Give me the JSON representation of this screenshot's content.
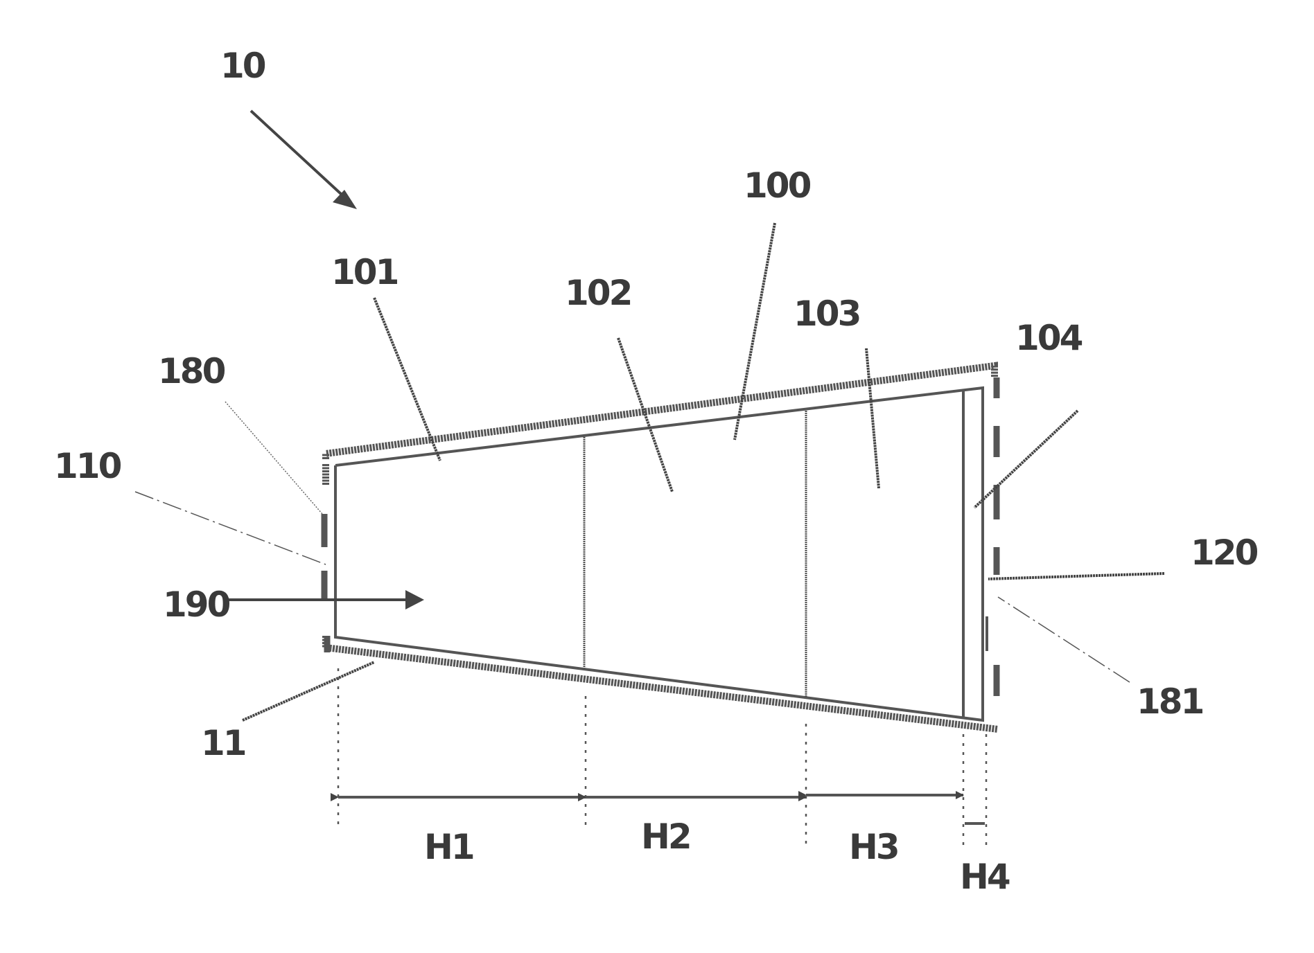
{
  "figure": {
    "labels": {
      "l10": "10",
      "l100": "100",
      "l101": "101",
      "l102": "102",
      "l103": "103",
      "l104": "104",
      "l110": "110",
      "l120": "120",
      "l180": "180",
      "l181": "181",
      "l190": "190",
      "l11": "11"
    },
    "dimensions": {
      "h1": "H1",
      "h2": "H2",
      "h3": "H3",
      "h4": "H4"
    }
  }
}
